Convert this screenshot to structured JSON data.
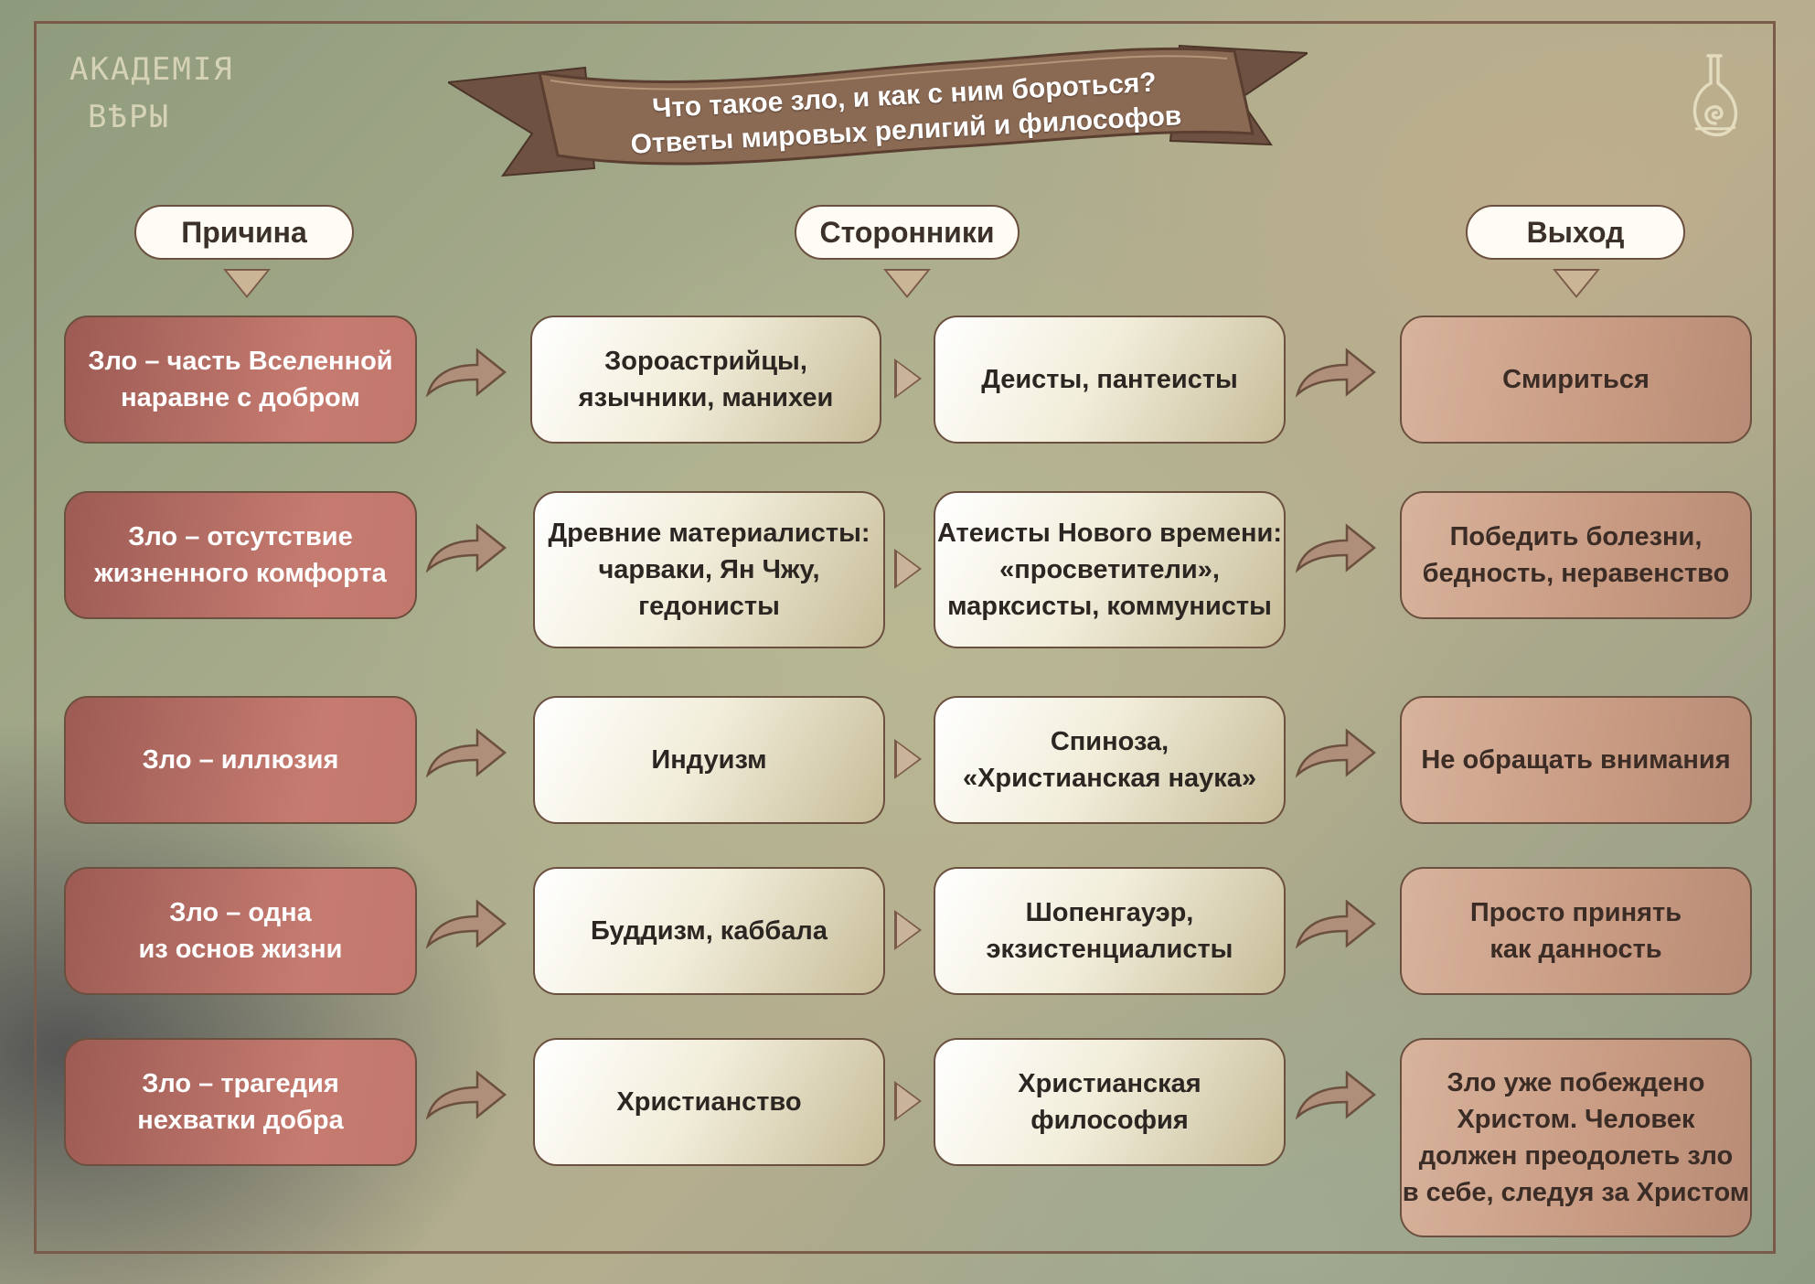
{
  "brand": {
    "logo_line1": "АКАДЕМIЯ",
    "logo_line2": "ВѢРЫ",
    "icon": "snail-flask-icon"
  },
  "title": {
    "line1": "Что такое зло, и как с ним бороться?",
    "line2": "Ответы мировых религий и философов"
  },
  "headers": {
    "cause": "Причина",
    "supporters": "Сторонники",
    "outcome": "Выход"
  },
  "rows": [
    {
      "cause": "Зло – часть Вселенной\nнаравне с добром",
      "supporters_a": "Зороастрийцы,\nязычники, манихеи",
      "supporters_b": "Деисты, пантеисты",
      "outcome": "Смириться"
    },
    {
      "cause": "Зло – отсутствие\nжизненного комфорта",
      "supporters_a": "Древние материалисты:\nчарваки, Ян Чжу,\nгедонисты",
      "supporters_b": "Атеисты Нового времени:\n«просветители»,\nмарксисты, коммунисты",
      "outcome": "Победить болезни,\nбедность, неравенство"
    },
    {
      "cause": "Зло – иллюзия",
      "supporters_a": "Индуизм",
      "supporters_b": "Спиноза,\n«Христианская наука»",
      "outcome": "Не обращать внимания"
    },
    {
      "cause": "Зло – одна\nиз основ жизни",
      "supporters_a": "Буддизм, каббала",
      "supporters_b": "Шопенгауэр,\nэкзистенциалисты",
      "outcome": "Просто принять\nкак данность"
    },
    {
      "cause": "Зло – трагедия\nнехватки добра",
      "supporters_a": "Христианство",
      "supporters_b": "Христианская\nфилософия",
      "outcome": "Зло уже побеждено\nХристом. Человек\nдолжен преодолеть зло\nв себе, следуя за Христом"
    }
  ],
  "colors": {
    "frame": "#7a5a48",
    "cause_box": "#c67b70",
    "supporter_box": "#f2eedb",
    "outcome_box": "#c89a82",
    "banner": "#7f5f4c"
  }
}
